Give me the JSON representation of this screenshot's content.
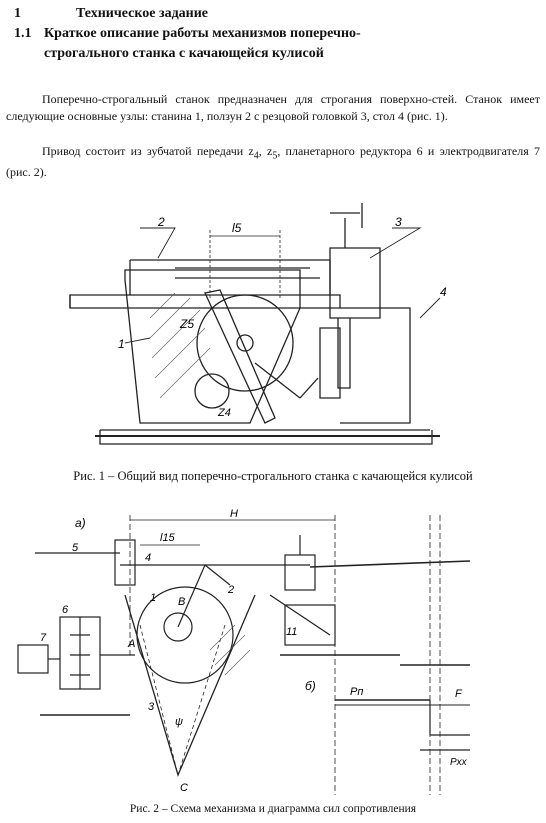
{
  "heading": {
    "number": "1",
    "title": "Техническое задание"
  },
  "subheading": {
    "number": "1.1",
    "line1": "Краткое описание работы механизмов поперечно-",
    "line2": "строгального станка с качающейся кулисой"
  },
  "paragraphs": {
    "p1": "Поперечно-строгальный станок предназначен для строгания поверхно-стей. Станок имеет следующие основные узлы: станина 1, ползун 2 с резцовой головкой 3, стол 4 (рис. 1).",
    "p2_a": "Привод состоит из зубчатой передачи z",
    "p2_sub1": "4",
    "p2_b": ", z",
    "p2_sub2": "5",
    "p2_c": ", планетарного редуктора 6 и электродвигателя 7 (рис. 2)."
  },
  "figure1": {
    "caption": "Рис. 1 – Общий вид поперечно-строгального станка с качающейся кулисой",
    "labels": {
      "n1": "1",
      "n2": "2",
      "n3": "3",
      "n4": "4",
      "l5": "l5",
      "z5": "Z5",
      "z4": "Z4"
    }
  },
  "figure2": {
    "caption": "Рис. 2 – Схема механизма и диаграмма сил сопротивления",
    "labels": {
      "a": "а)",
      "b": "б)",
      "H": "H",
      "l15": "l15",
      "n5": "5",
      "n4": "4",
      "n7": "7",
      "n6": "6",
      "n3": "3",
      "n2": "2",
      "n1": "1",
      "n11": "11",
      "C": "C",
      "A": "A",
      "B": "B",
      "psi": "ψ",
      "Pn": "Pп",
      "F": "F",
      "Pxx": "Pхх"
    }
  }
}
